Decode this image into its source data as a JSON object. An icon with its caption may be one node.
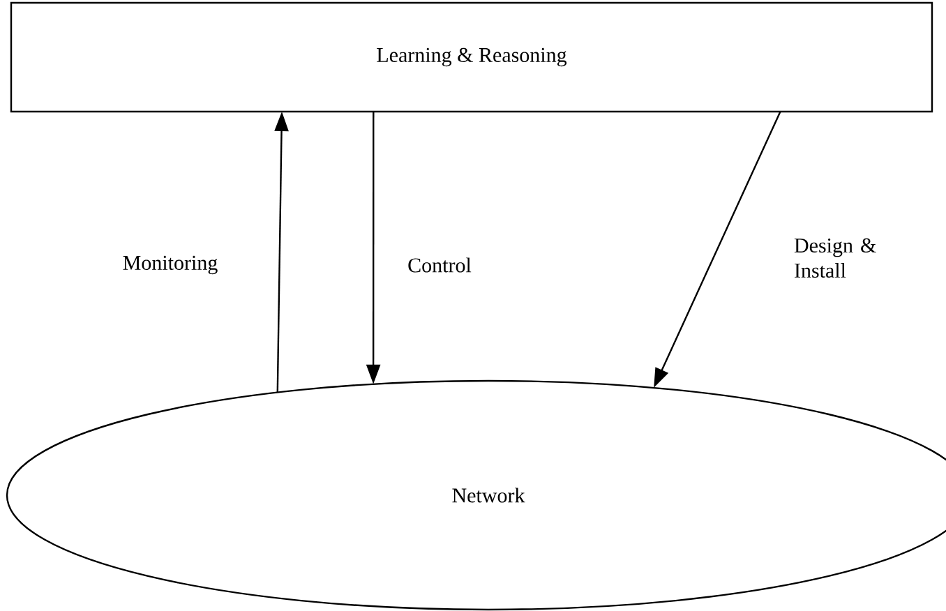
{
  "diagram": {
    "nodes": [
      {
        "text": [
          "Learning & Reasoning"
        ]
      },
      {
        "text": [
          "Network"
        ]
      }
    ],
    "edges": [
      {
        "from": 1,
        "to": 0,
        "arrow": "to",
        "label": "Monitoring"
      },
      {
        "from": 0,
        "to": 1,
        "arrow": "to",
        "label": "Control"
      },
      {
        "from": 0,
        "to": 1,
        "arrow": "to",
        "label": "Design & Install"
      }
    ]
  }
}
